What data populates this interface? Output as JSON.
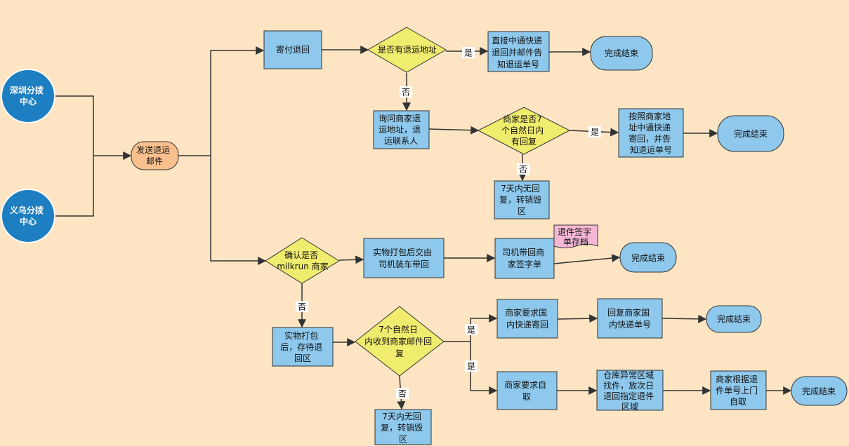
{
  "nodes": {
    "n_sz": [
      "深圳分拨",
      "中心"
    ],
    "n_yw": [
      "义乌分拨",
      "中心"
    ],
    "n_send": [
      "发送退运",
      "邮件"
    ],
    "n_jifu": [
      "寄付退回"
    ],
    "n_q1": [
      "是否有退运地址"
    ],
    "n_direct": [
      "直接中通快递",
      "退回并邮件告",
      "知退运单号"
    ],
    "n_end1": [
      "完成结束"
    ],
    "n_ask": [
      "询问商家退",
      "运地址，退",
      "运联系人"
    ],
    "n_q2": [
      "商家是否7",
      "个自然日内",
      "有回复"
    ],
    "n_byaddr": [
      "按照商家地",
      "址中通快递",
      "寄回，并告",
      "知退运单号"
    ],
    "n_end2": [
      "完成结束"
    ],
    "n_7d1": [
      "7天内无回",
      "复，转销毁",
      "区"
    ],
    "n_q3": [
      "确认是否",
      "milkrun 商家"
    ],
    "n_pack1": [
      "实物打包后交由",
      "司机装车带回"
    ],
    "n_driver": [
      "司机带回商",
      "家签字单"
    ],
    "n_note": [
      "退件签字",
      "单存档"
    ],
    "n_end3": [
      "完成结束"
    ],
    "n_pack2": [
      "实物打包",
      "后，存待退",
      "回区"
    ],
    "n_q4": [
      "7个自然日",
      "内收到商家邮件回",
      "复"
    ],
    "n_dom": [
      "商家要求国",
      "内快递寄回"
    ],
    "n_reply": [
      "回复商家国",
      "内快递单号"
    ],
    "n_end4": [
      "完成结束"
    ],
    "n_self": [
      "商家要求自",
      "取"
    ],
    "n_ware": [
      "仓库异常区域",
      "找件，放次日",
      "退回指定退件",
      "区域"
    ],
    "n_pickup": [
      "商家根据退",
      "件单号上门",
      "自取"
    ],
    "n_end5": [
      "完成结束"
    ],
    "n_7d2": [
      "7天内无回",
      "复，转销毁",
      "区"
    ]
  },
  "edge_labels": {
    "e_q1_yes": "是",
    "e_q1_no": "否",
    "e_q2_yes": "是",
    "e_q2_no": "否",
    "e_q3_no": "否",
    "e_q4_yes1": "是",
    "e_q4_yes2": "是",
    "e_q4_no": "否"
  }
}
